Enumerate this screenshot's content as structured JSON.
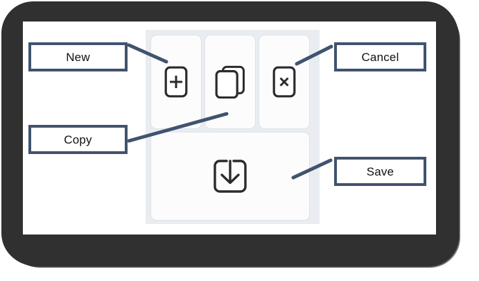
{
  "device": {
    "frame_color": "#303030",
    "screen_background": "#ffffff"
  },
  "app": {
    "panel_background": "#e9edf2",
    "card_background": "#fcfcfd",
    "card_border_color": "#dfe3e8",
    "icon_color": "#2b2b2b",
    "cards": [
      {
        "id": "new",
        "icon": "document-plus-icon",
        "label": "New"
      },
      {
        "id": "copy",
        "icon": "copy-documents-icon",
        "label": "Copy"
      },
      {
        "id": "cancel",
        "icon": "document-close-icon",
        "label": "Cancel"
      },
      {
        "id": "save",
        "icon": "save-download-icon",
        "label": "Save"
      }
    ]
  },
  "callouts": {
    "accent_color": "#40536f",
    "items": [
      {
        "id": "new",
        "label": "New"
      },
      {
        "id": "copy",
        "label": "Copy"
      },
      {
        "id": "cancel",
        "label": "Cancel"
      },
      {
        "id": "save",
        "label": "Save"
      }
    ]
  },
  "glyphs": {
    "plus": "+",
    "cross": "×",
    "arrow_down": "↓"
  }
}
